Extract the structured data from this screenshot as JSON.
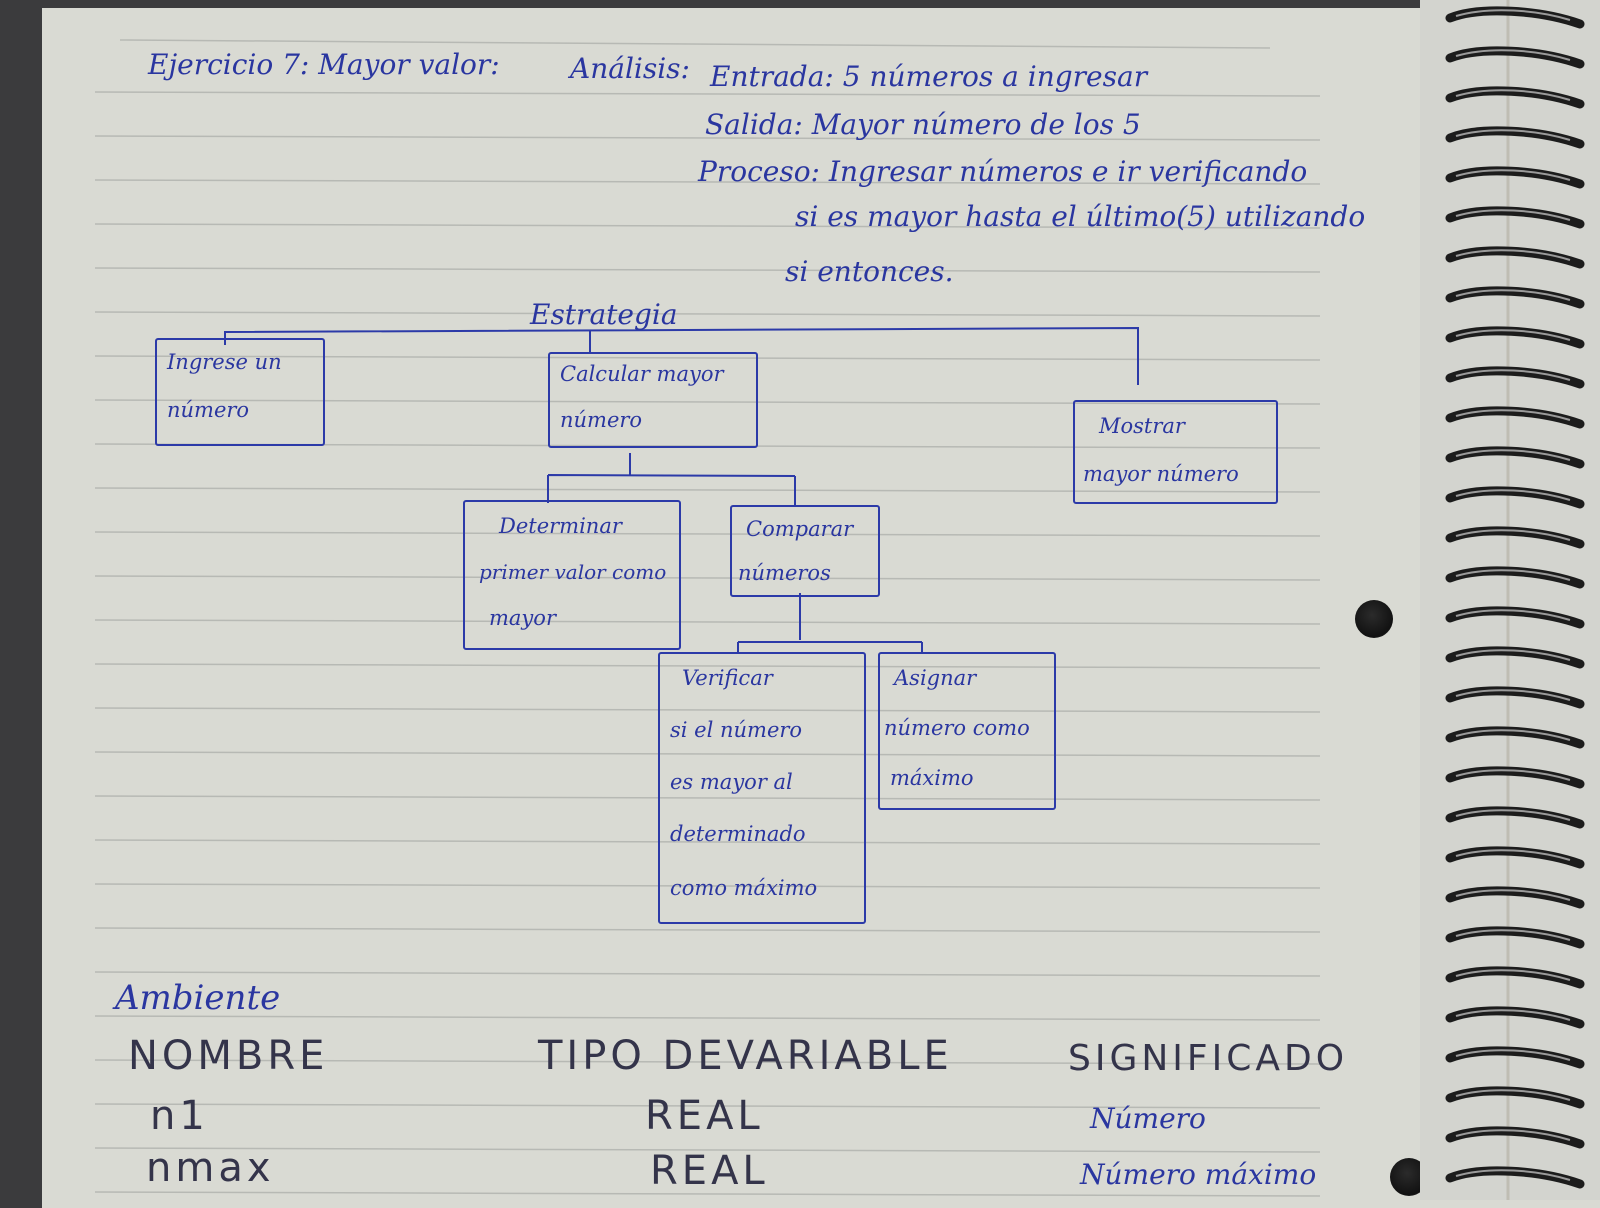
{
  "heading": {
    "exercise": "Ejercicio 7: Mayor valor:",
    "analysis_label": "Análisis:",
    "input": "Entrada: 5 números a ingresar",
    "output": "Salida: Mayor número de los 5",
    "process_line1": "Proceso: Ingresar números e ir verificando",
    "process_line2": "si es mayor hasta el último(5) utilizando",
    "process_line3": "si entonces."
  },
  "strategy": {
    "root": "Estrategia",
    "nodes": {
      "ingresar": [
        "Ingrese un",
        "número"
      ],
      "calcular": [
        "Calcular mayor",
        "número"
      ],
      "mostrar": [
        "Mostrar",
        "mayor número"
      ],
      "determinar": [
        "Determinar",
        "primer valor como",
        "mayor"
      ],
      "comparar": [
        "Comparar",
        "números"
      ],
      "verificar": [
        "Verificar",
        "si el número",
        "es mayor al",
        "determinado",
        "como máximo"
      ],
      "asignar": [
        "Asignar",
        "número como",
        "máximo"
      ]
    }
  },
  "ambiente": {
    "title": "Ambiente",
    "columns": [
      "NOMBRE",
      "TIPO DEVARIABLE",
      "SIGNIFICADO"
    ],
    "rows": [
      [
        "n1",
        "REAL",
        "Número"
      ],
      [
        "nmax",
        "REAL",
        "Número máximo"
      ]
    ]
  },
  "colors": {
    "ink": "#2a36a0",
    "paper": "#d9dad3",
    "pencil": "#34344a"
  }
}
